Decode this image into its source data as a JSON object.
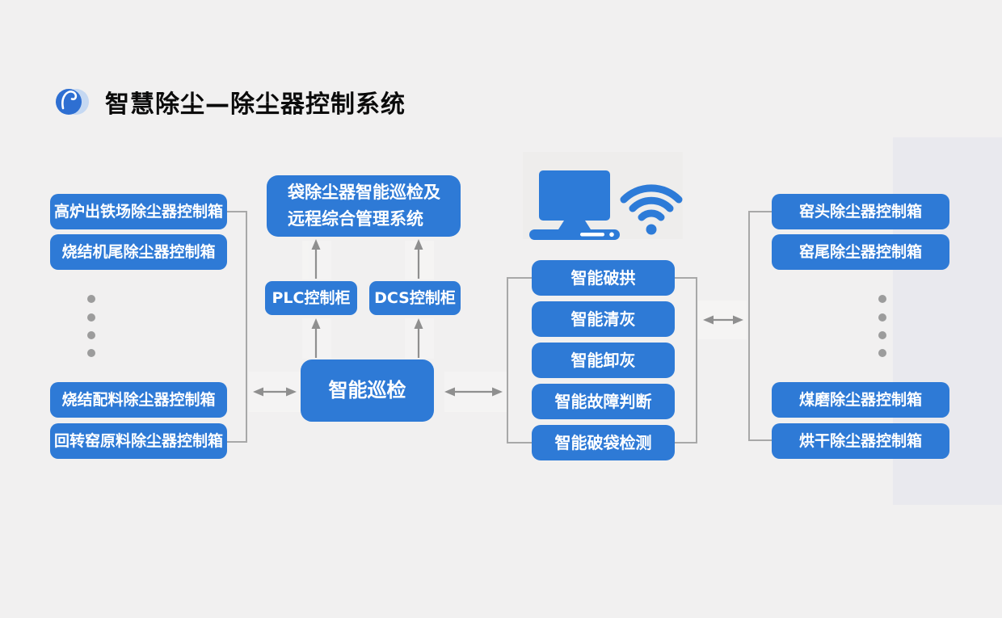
{
  "page_title": "智慧除尘—除尘器控制系统",
  "colors": {
    "box_blue": "#2e7ad6",
    "icon_blue": "#2d7bd8",
    "line_gray": "#a8a8a8",
    "arrow_gray": "#8f8f8f",
    "background": "#f1f0f0",
    "right_band": "#e9e9ee",
    "text_white": "#ffffff"
  },
  "left_panel": {
    "top_boxes": [
      "高炉出铁场除尘器控制箱",
      "烧结机尾除尘器控制箱"
    ],
    "bottom_boxes": [
      "烧结配料除尘器控制箱",
      "回转窑原料除尘器控制箱"
    ]
  },
  "center": {
    "management_system_line1": "袋除尘器智能巡检及",
    "management_system_line2": "远程综合管理系统",
    "plc_label": "PLC控制柜",
    "dcs_label": "DCS控制柜",
    "inspection_label": "智能巡检"
  },
  "function_boxes": [
    "智能破拱",
    "智能清灰",
    "智能卸灰",
    "智能故障判断",
    "智能破袋检测"
  ],
  "right_panel": {
    "top_boxes": [
      "窑头除尘器控制箱",
      "窑尾除尘器控制箱"
    ],
    "bottom_boxes": [
      "煤磨除尘器控制箱",
      "烘干除尘器控制箱"
    ]
  },
  "icons": {
    "logo": "swirl-logo-icon",
    "computer": "computer-icon",
    "wifi": "wifi-icon"
  }
}
